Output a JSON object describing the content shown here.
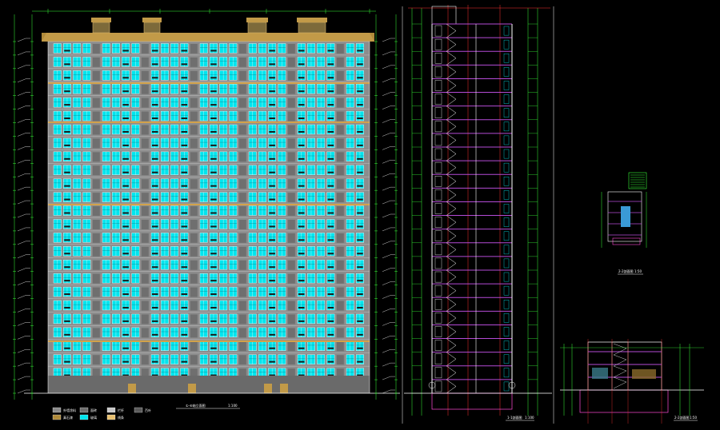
{
  "drawing": {
    "elevation_title": "①-⑥轴立面图",
    "elevation_scale": "1:100",
    "section_1_title": "1-1剖面图",
    "section_1_scale": "1:100",
    "detail_title": "2-2剖面图",
    "detail_scale": "1:50",
    "section_2_title": "2-2剖面图",
    "section_2_scale": "1:50",
    "legend": [
      {
        "label": "外墙涂料",
        "color": "#8a8a8a"
      },
      {
        "label": "真石漆",
        "color": "#b08a3a"
      },
      {
        "label": "面砖",
        "color": "#6e6e6e"
      },
      {
        "label": "玻璃",
        "color": "#00e5ee"
      },
      {
        "label": "栏杆",
        "color": "#c8c8c8"
      },
      {
        "label": "线条",
        "color": "#e8c070"
      },
      {
        "label": "百叶",
        "color": "#5a5a5a"
      }
    ],
    "floors": 26,
    "colors": {
      "background": "#000000",
      "wall": "#8c8c8c",
      "glass": "#00e5ee",
      "dim": "#39ff39",
      "grid": "#ff3030",
      "roof": "#b08a3a",
      "band": "#d2a24a",
      "section_line": "#ffffff",
      "slab": "#b44bd6"
    }
  }
}
